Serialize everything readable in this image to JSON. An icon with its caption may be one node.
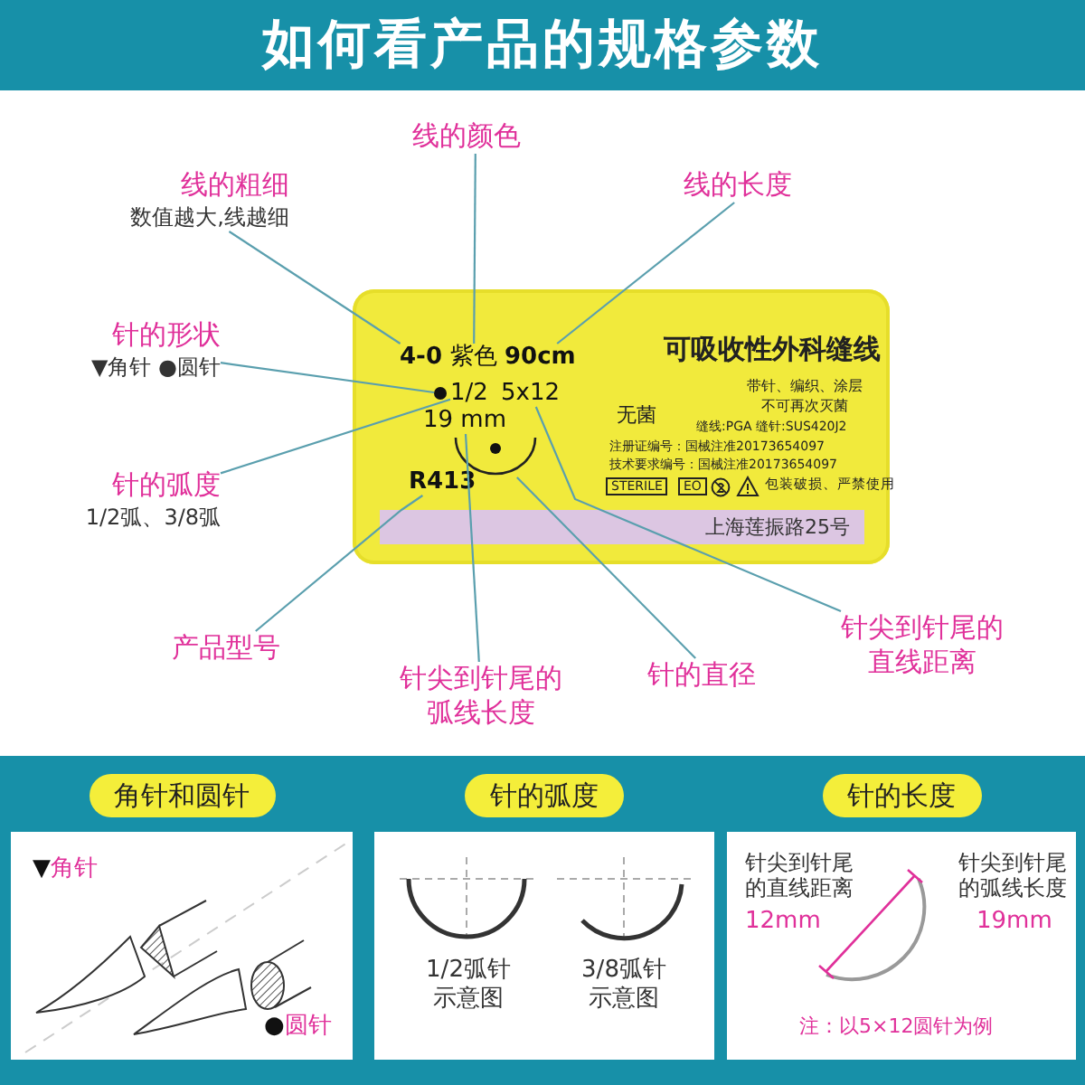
{
  "diagram": {
    "title": "如何看产品的规格参数",
    "nodes": [
      {
        "text": [
          "线的颜色"
        ]
      },
      {
        "text": [
          "线的粗细",
          "数值越大,线越细"
        ]
      },
      {
        "text": [
          "线的长度"
        ]
      },
      {
        "text": [
          "可吸收性外科缝线",
          "带针、编织、涂层",
          "不可再次灭菌",
          "无菌",
          "缝线:PGA 缝针:SUS420J2",
          "注册证编号：国械注准20173654097",
          "技术要求编号：国械注准20173654097",
          "STERILE",
          "EO",
          "包装破损、严禁使用"
        ]
      },
      {
        "text": [
          "4-0"
        ],
        "in": 3
      },
      {
        "text": [
          "紫色"
        ],
        "in": 3
      },
      {
        "text": [
          "90cm"
        ],
        "in": 3
      },
      {
        "text": [],
        "shape": "circle",
        "in": 3
      },
      {
        "text": [
          "1/2"
        ],
        "in": 3
      },
      {
        "text": [
          "5x12"
        ],
        "in": 3
      },
      {
        "text": [
          "19 mm"
        ],
        "in": 3
      },
      {
        "text": [],
        "shape": "arc",
        "in": 3
      },
      {
        "text": [
          "R413"
        ],
        "in": 3
      },
      {
        "text": [
          "上海莲振路25号"
        ],
        "in": 3
      },
      {
        "text": [
          "针的形状",
          "▼角针 ●圆针"
        ]
      },
      {
        "text": [
          "针的弧度",
          "1/2弧、3/8弧"
        ]
      },
      {
        "text": [
          "产品型号"
        ]
      },
      {
        "text": [
          "针尖到针尾的弧线长度"
        ]
      },
      {
        "text": [
          "针的直径"
        ]
      },
      {
        "text": [
          "针尖到针尾的直线距离"
        ]
      },
      {
        "text": [
          "角针和圆针"
        ]
      },
      {
        "text": [
          "针的弧度"
        ]
      },
      {
        "text": [
          "针的长度"
        ]
      }
    ],
    "edges": [
      {
        "from": 1,
        "to": 4,
        "arrow": "none"
      },
      {
        "from": 0,
        "to": 5,
        "arrow": "none"
      },
      {
        "from": 2,
        "to": 6,
        "arrow": "none"
      },
      {
        "from": 14,
        "to": 7,
        "arrow": "none"
      },
      {
        "from": 15,
        "to": 8,
        "arrow": "none"
      },
      {
        "from": 16,
        "to": 12,
        "arrow": "none"
      },
      {
        "from": 17,
        "to": 10,
        "arrow": "none"
      },
      {
        "from": 18,
        "to": 11,
        "arrow": "none"
      },
      {
        "from": 19,
        "to": 9,
        "arrow": "none"
      }
    ],
    "labels": [
      "▼角针",
      "●圆针",
      "1/2弧针示意图",
      "3/8弧针示意图",
      "针尖到针尾的直线距离",
      "12mm",
      "针尖到针尾的弧线长度",
      "19mm",
      "注：以5×12圆针为例"
    ]
  }
}
